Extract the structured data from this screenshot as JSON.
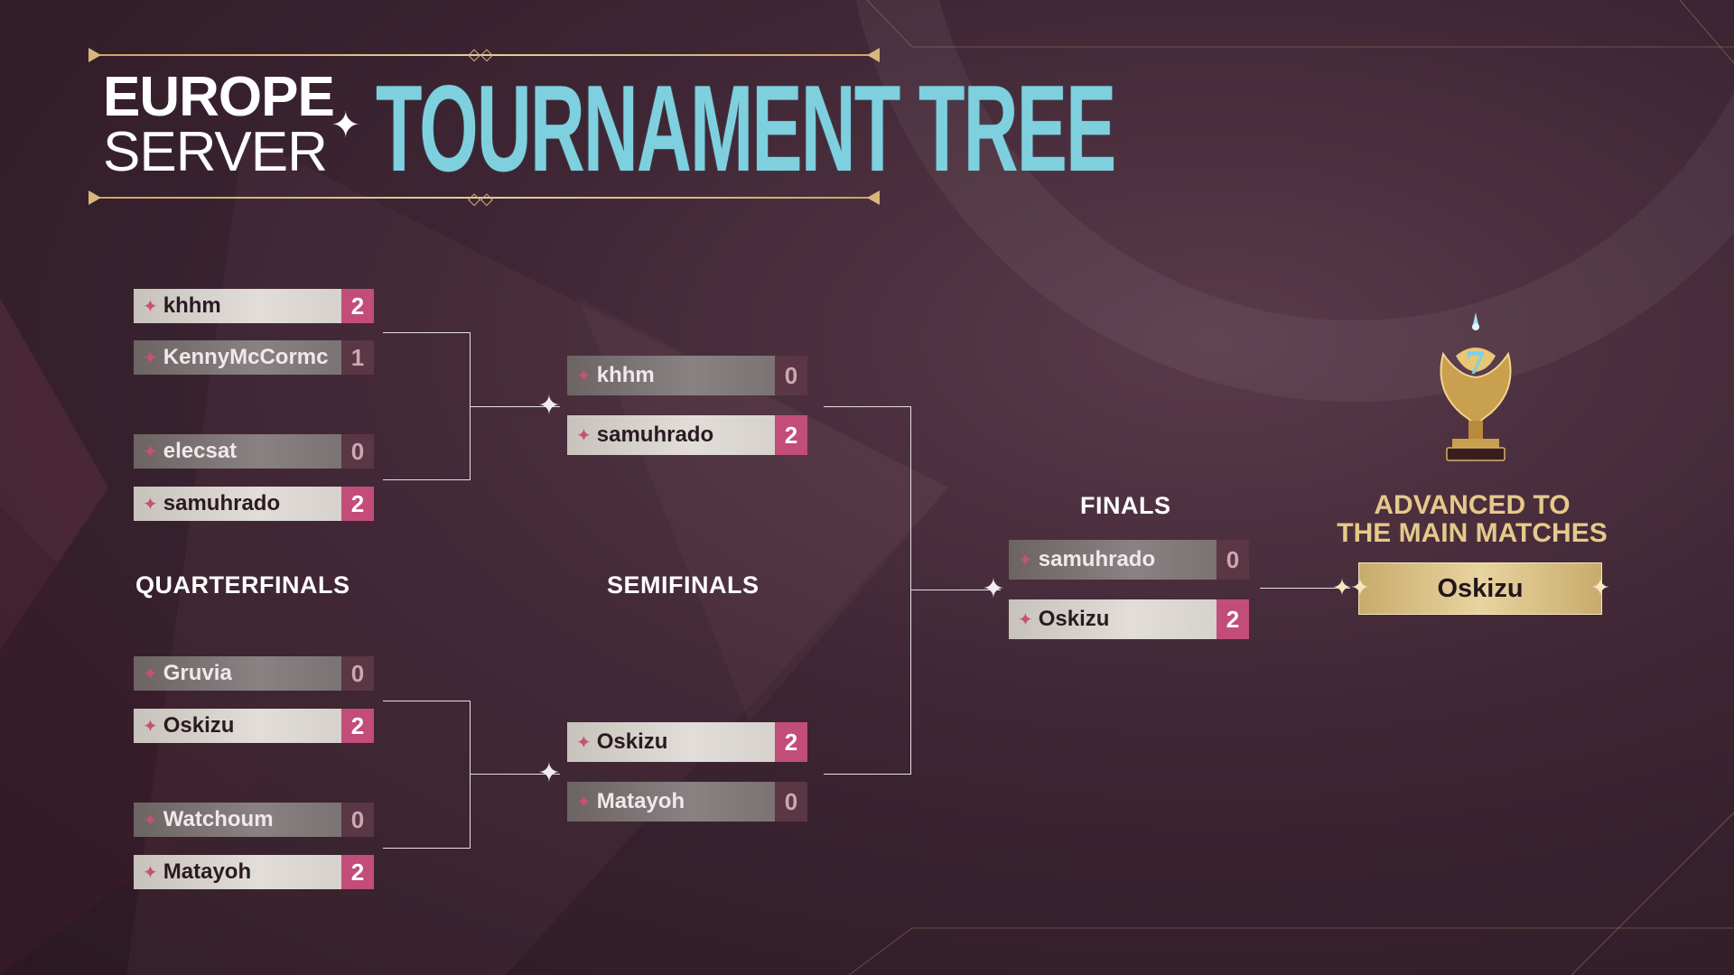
{
  "header": {
    "server_line1": "EUROPE",
    "server_line2": "SERVER",
    "title": "TOURNAMENT TREE"
  },
  "rounds": {
    "quarterfinals_label": "QUARTERFINALS",
    "semifinals_label": "SEMIFINALS",
    "finals_label": "FINALS"
  },
  "quarterfinals": [
    {
      "p1": {
        "name": "khhm",
        "score": "2"
      },
      "p2": {
        "name": "KennyMcCormc",
        "score": "1"
      }
    },
    {
      "p1": {
        "name": "elecsat",
        "score": "0"
      },
      "p2": {
        "name": "samuhrado",
        "score": "2"
      }
    },
    {
      "p1": {
        "name": "Gruvia",
        "score": "0"
      },
      "p2": {
        "name": "Oskizu",
        "score": "2"
      }
    },
    {
      "p1": {
        "name": "Watchoum",
        "score": "0"
      },
      "p2": {
        "name": "Matayoh",
        "score": "2"
      }
    }
  ],
  "semifinals": [
    {
      "p1": {
        "name": "khhm",
        "score": "0"
      },
      "p2": {
        "name": "samuhrado",
        "score": "2"
      }
    },
    {
      "p1": {
        "name": "Oskizu",
        "score": "2"
      },
      "p2": {
        "name": "Matayoh",
        "score": "0"
      }
    }
  ],
  "finals": {
    "p1": {
      "name": "samuhrado",
      "score": "0"
    },
    "p2": {
      "name": "Oskizu",
      "score": "2"
    }
  },
  "result": {
    "advanced_line1": "ADVANCED TO",
    "advanced_line2": "THE MAIN MATCHES",
    "winner": "Oskizu"
  },
  "colors": {
    "accent_pink": "#c24d79",
    "title_cyan": "#7fd0de",
    "gold": "#e6c98a"
  }
}
